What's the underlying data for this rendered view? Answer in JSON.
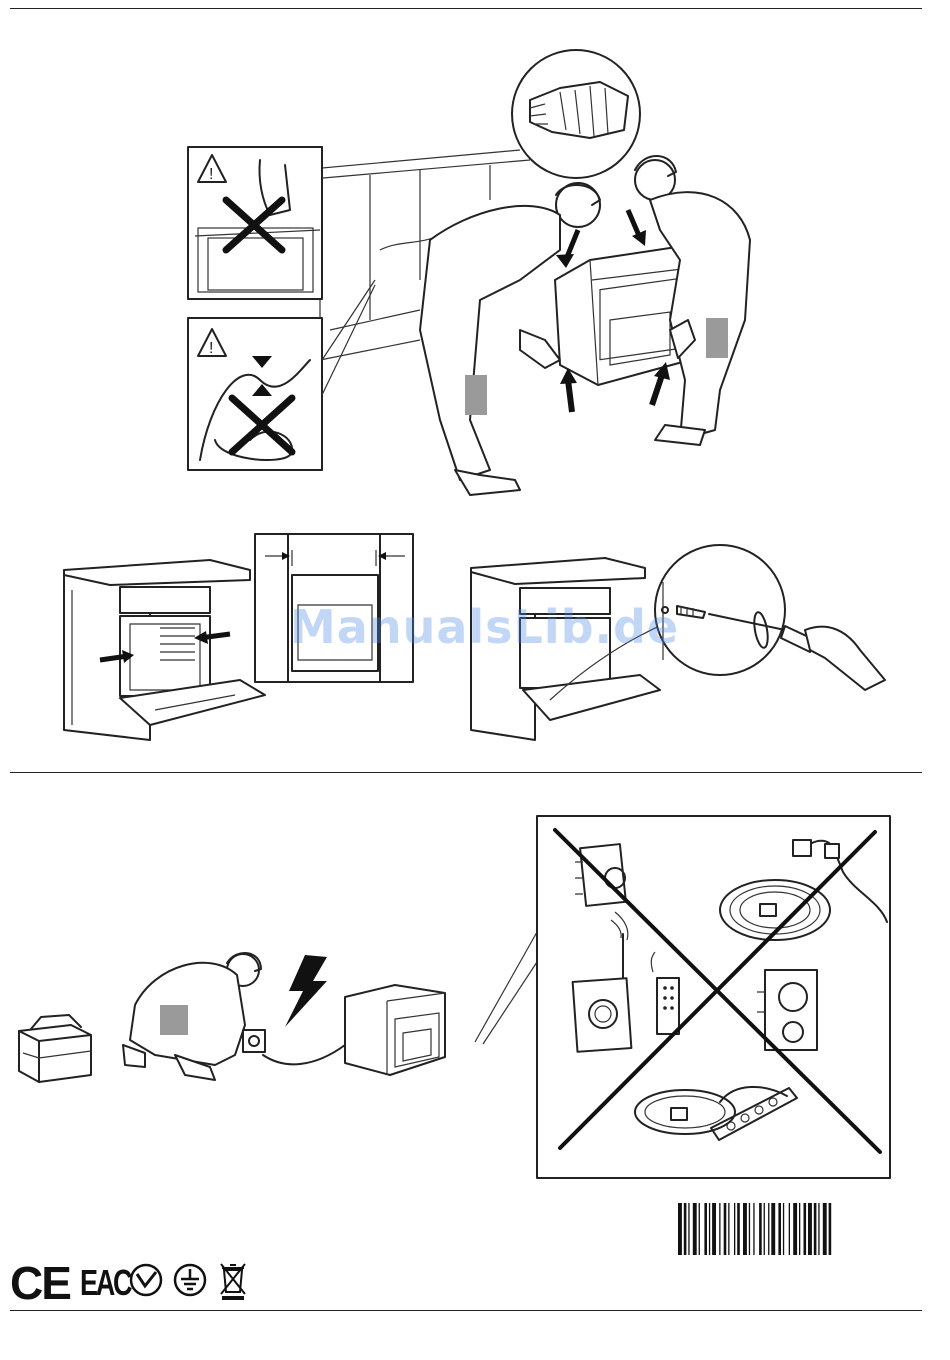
{
  "watermark": "ManualsLib.de",
  "figures": {
    "lift": {
      "warning_symbol": "warning-triangle-icon",
      "gloves": "gloves-icon"
    },
    "install": {
      "measure": "measure-arrows-icon",
      "screw": "screwdriver-icon"
    },
    "electric": {
      "forbidden": "cross-icon"
    }
  },
  "certifications": {
    "ce": "CE",
    "eac": "EAC",
    "marks": [
      "ukrsepro-icon",
      "ground-mark-icon",
      "weee-bin-icon"
    ]
  },
  "colors": {
    "line": "#222222",
    "shade": "#c8c8c8",
    "watermark": "#508ce6"
  }
}
